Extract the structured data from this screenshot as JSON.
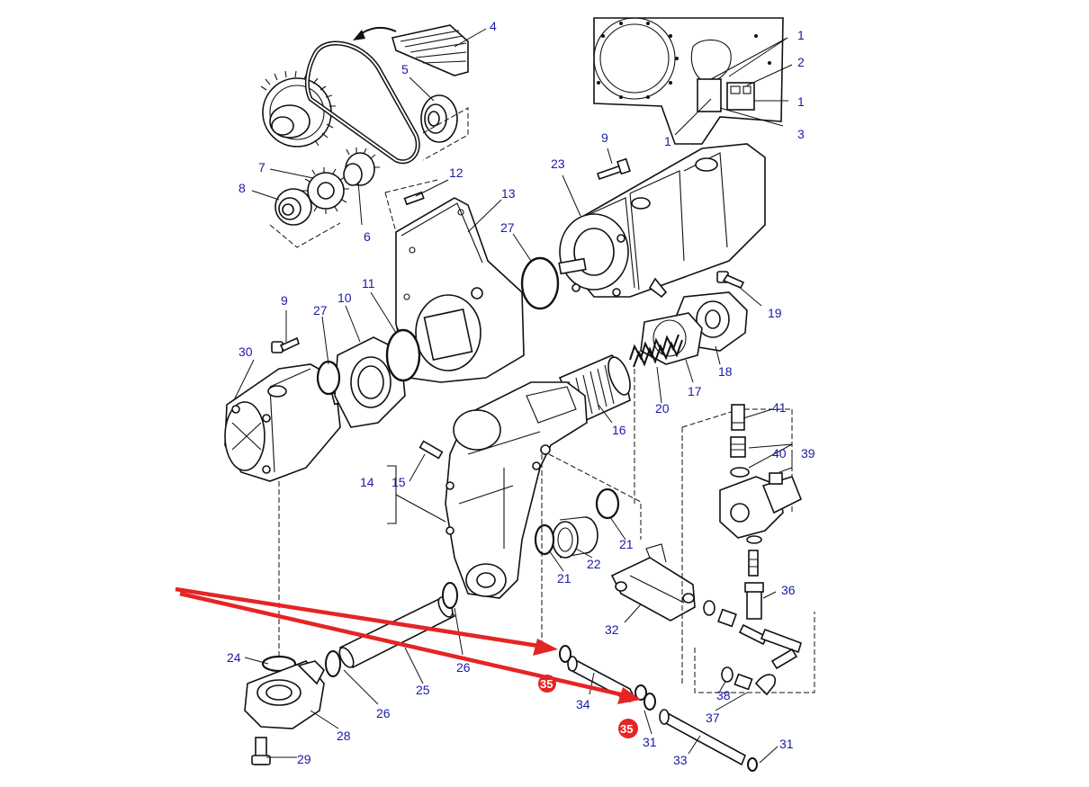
{
  "colors": {
    "callout_text": "#1a1aa6",
    "line_art": "#111111",
    "highlight_arrow": "#e52424",
    "highlight_badge": "#e52424"
  },
  "callouts": {
    "c1a": "1",
    "c1b": "1",
    "c1c": "1",
    "c2": "2",
    "c3": "3",
    "c4": "4",
    "c5": "5",
    "c6": "6",
    "c7": "7",
    "c8": "8",
    "c9a": "9",
    "c9b": "9",
    "c10": "10",
    "c11": "11",
    "c12": "12",
    "c13": "13",
    "c14": "14",
    "c15": "15",
    "c16": "16",
    "c17": "17",
    "c18": "18",
    "c19": "19",
    "c20": "20",
    "c21a": "21",
    "c21b": "21",
    "c22": "22",
    "c23": "23",
    "c24": "24",
    "c25": "25",
    "c26a": "26",
    "c26b": "26",
    "c27a": "27",
    "c27b": "27",
    "c28": "28",
    "c29": "29",
    "c30": "30",
    "c31a": "31",
    "c31b": "31",
    "c32": "32",
    "c33": "33",
    "c34": "34",
    "c36": "36",
    "c37": "37",
    "c38": "38",
    "c39": "39",
    "c40": "40",
    "c41": "41"
  },
  "highlight": {
    "badge_upper": "35",
    "badge_lower": "35",
    "arrow_count": 2
  }
}
